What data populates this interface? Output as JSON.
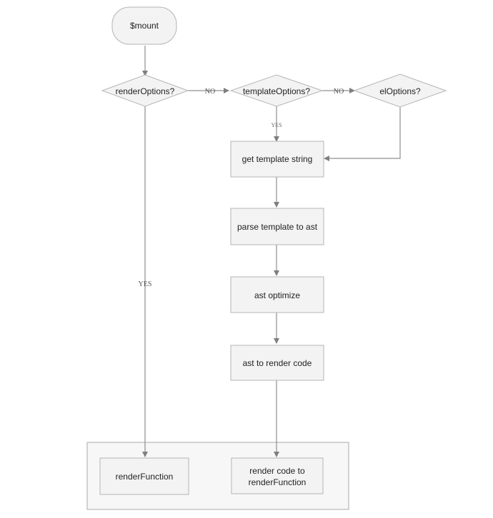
{
  "diagram": {
    "nodes": {
      "mount": "$mount",
      "render_options": "renderOptions?",
      "template_options": "templateOptions?",
      "el_options": "elOptions?",
      "get_template_string": "get template string",
      "parse_template": "parse template to ast",
      "ast_optimize": "ast optimize",
      "ast_to_render_code": "ast to render code",
      "render_function": "renderFunction",
      "render_code_to_function_line1": "render code to",
      "render_code_to_function_line2": "renderFunction"
    },
    "edge_labels": {
      "render_options_no": "NO",
      "template_options_no": "NO",
      "template_options_yes": "YES",
      "render_options_yes": "YES"
    },
    "colors": {
      "node_fill": "#f3f3f3",
      "node_stroke": "#b5b5b5",
      "edge": "#8f8f8f"
    }
  }
}
